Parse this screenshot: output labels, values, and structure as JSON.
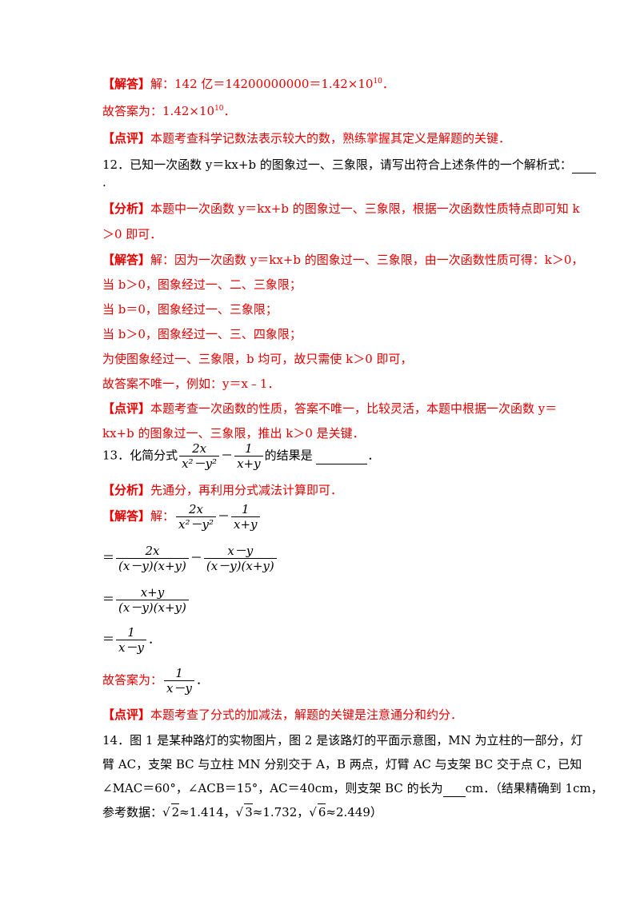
{
  "q11": {
    "answer_tag": "【解答】",
    "answer_body": "解：142 亿＝14200000000＝1.42×10",
    "answer_exp": "10",
    "answer_end": "．",
    "final_label": "故答案为：",
    "final_value": "1.42×10",
    "final_exp": "10",
    "final_end": "．",
    "comment_tag": "【点评】",
    "comment": "本题考查科学记数法表示较大的数，熟练掌握其定义是解题的关键．"
  },
  "q12": {
    "question": "12．已知一次函数 y＝kx+b 的图象过一、三象限，请写出符合上述条件的一个解析式：",
    "question_end": ".",
    "analysis_tag": "【分析】",
    "analysis_line1": "本题中一次函数 y＝kx+b 的图象过一、三象限，根据一次函数性质特点即可知 k",
    "analysis_line2": "＞0 即可．",
    "answer_tag": "【解答】",
    "answer_line1": "解：因为一次函数 y＝kx+b 的图象过一、三象限，由一次函数性质可得：k＞0，",
    "answer_line2": "当 b＞0，图象经过一、二、三象限；",
    "answer_line3": "当 b＝0，图象经过一、三象限；",
    "answer_line4": "当 b＞0，图象经过一、三、四象限；",
    "answer_line5": "为使图象经过一、三象限，b 均可，故只需使 k＞0 即可，",
    "answer_line6": "故答案不唯一，例如：y＝x﹣1．",
    "comment_tag": "【点评】",
    "comment_line1": "本题考查一次函数的性质，答案不唯一，比较灵活，本题中根据一次函数 y＝",
    "comment_line2": "kx+b 的图象过一、三象限，推出 k＞0 是关键．"
  },
  "q13": {
    "question_prefix": "13．化简分式",
    "frac1_num": "2x",
    "frac1_den": "x²－y²",
    "minus": "－",
    "frac2_num": "1",
    "frac2_den": "x+y",
    "question_suffix": "的结果是",
    "question_end": "．",
    "analysis_tag": "【分析】",
    "analysis": "先通分，再利用分式减法计算即可．",
    "answer_tag": "【解答】",
    "answer_prefix": "解：",
    "eq": "＝",
    "step1_num_a": "2x",
    "step1_den": "(x－y)(x+y)",
    "step1_num_b": "x－y",
    "step2_num": "x+y",
    "step3_num": "1",
    "step3_den": "x－y",
    "step3_end": "．",
    "final_label": "故答案为：",
    "final_num": "1",
    "final_den": "x－y",
    "final_end": "．",
    "comment_tag": "【点评】",
    "comment": "本题考查了分式的加减法，解题的关键是注意通分和约分．"
  },
  "q14": {
    "line1": "14．图 1 是某种路灯的实物图片，图 2 是该路灯的平面示意图，MN 为立柱的一部分，灯",
    "line2": "臂 AC，支架 BC 与立柱 MN 分别交于 A，B 两点，灯臂 AC 与支架 BC 交于点 C，已知",
    "line3_a": "∠MAC＝60°，∠ACB＝15°，AC＝40cm，则支架 BC 的长为",
    "line3_b": "cm．（结果精确到 1cm，",
    "line4_prefix": "参考数据：",
    "sqrt2": "2",
    "val2": "≈1.414，",
    "sqrt3": "3",
    "val3": "≈1.732，",
    "sqrt6": "6",
    "val6": "≈2.449）"
  }
}
